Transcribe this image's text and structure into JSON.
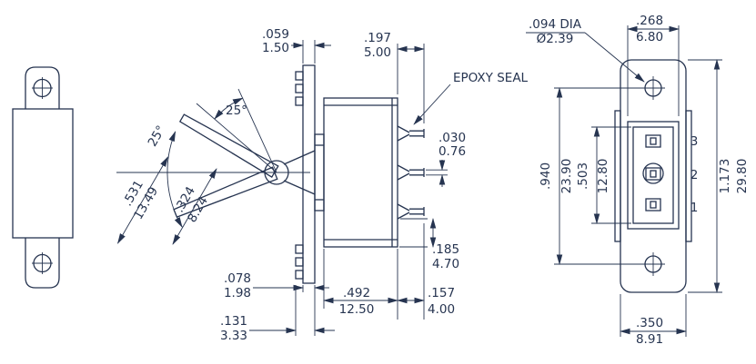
{
  "drawing": {
    "line_color": "#263450",
    "background": "#ffffff"
  },
  "side_view": {
    "epoxy_seal_label": "EPOXY SEAL",
    "angle_upper": "25°",
    "angle_swing": "25°",
    "dim_bracket_thickness": {
      "in": ".059",
      "mm": "1.50"
    },
    "dim_terminal_length": {
      "in": ".197",
      "mm": "5.00"
    },
    "dim_terminal_thickness": {
      "in": ".030",
      "mm": "0.76"
    },
    "dim_lever_travel_outer": {
      "in": ".531",
      "mm": "13.49"
    },
    "dim_lever_travel_inner": {
      "in": ".324",
      "mm": "8.24"
    },
    "dim_terminal_offset": {
      "in": ".185",
      "mm": "4.70"
    },
    "dim_tab_thickness": {
      "in": ".078",
      "mm": "1.98"
    },
    "dim_body_depth": {
      "in": ".492",
      "mm": "12.50"
    },
    "dim_terminal_stub": {
      "in": ".157",
      "mm": "4.00"
    },
    "dim_bracket_total": {
      "in": ".131",
      "mm": "3.33"
    }
  },
  "back_view": {
    "dim_recess_width": {
      "in": ".268",
      "mm": "6.80"
    },
    "dim_hole_dia": {
      "in": ".094 DIA",
      "mm": "Ø2.39"
    },
    "dim_hole_spacing": {
      "in": ".940",
      "mm": "23.90"
    },
    "dim_recess_height": {
      "in": ".503",
      "mm": "12.80"
    },
    "dim_overall_height": {
      "in": "1.173",
      "mm": "29.80"
    },
    "dim_body_width": {
      "in": ".350",
      "mm": "8.91"
    },
    "terminals": [
      "3",
      "2",
      "1"
    ]
  }
}
